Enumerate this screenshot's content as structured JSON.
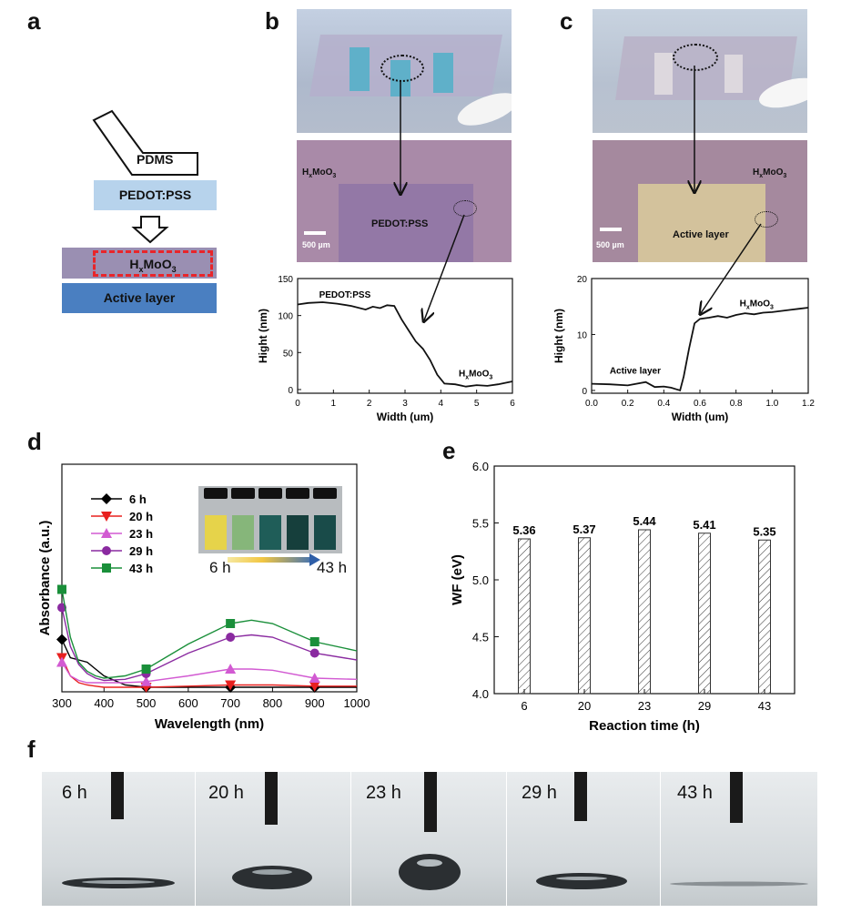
{
  "panels": {
    "a": "a",
    "b": "b",
    "c": "c",
    "d": "d",
    "e": "e",
    "f": "f"
  },
  "panel_a": {
    "pdms": "PDMS",
    "pedot": "PEDOT:PSS",
    "hxmoo3_h": "H",
    "hxmoo3_x": "x",
    "hxmoo3_moo": "MoO",
    "hxmoo3_3": "3",
    "active": "Active layer",
    "colors": {
      "pedot": "#b7d3ec",
      "hxmoo3": "#9a8fb2",
      "active": "#4a7fc1",
      "dash": "#e8252a"
    }
  },
  "panel_b": {
    "micro_h": "H",
    "micro_x": "x",
    "micro_moo": "MoO",
    "micro_3": "3",
    "micro_pedot": "PEDOT:PSS",
    "scale": "500 µm"
  },
  "panel_c": {
    "micro_h": "H",
    "micro_x": "x",
    "micro_moo": "MoO",
    "micro_3": "3",
    "micro_active": "Active layer",
    "scale": "500 µm"
  },
  "chart_data": [
    {
      "id": "b",
      "type": "line",
      "xlabel": "Width (um)",
      "ylabel": "Hight (nm)",
      "xlim": [
        0,
        6
      ],
      "ylim": [
        -5,
        150
      ],
      "xticks": [
        0,
        1,
        2,
        3,
        4,
        5,
        6
      ],
      "yticks": [
        0,
        50,
        100,
        150
      ],
      "annotations": [
        "PEDOT:PSS",
        "H",
        "x",
        "MoO",
        "3"
      ],
      "x": [
        0,
        0.3,
        0.7,
        1.1,
        1.5,
        1.9,
        2.1,
        2.3,
        2.5,
        2.7,
        2.9,
        3.1,
        3.3,
        3.5,
        3.7,
        3.9,
        4.1,
        4.4,
        4.7,
        5.0,
        5.3,
        5.6,
        6.0
      ],
      "y": [
        115,
        117,
        118,
        116,
        113,
        108,
        112,
        110,
        114,
        113,
        95,
        80,
        65,
        55,
        40,
        20,
        8,
        7,
        4,
        6,
        5,
        7,
        11
      ]
    },
    {
      "id": "c",
      "type": "line",
      "xlabel": "Width (um)",
      "ylabel": "Hight (nm)",
      "xlim": [
        0,
        1.2
      ],
      "ylim": [
        -0.5,
        20
      ],
      "xticks": [
        0.0,
        0.2,
        0.4,
        0.6,
        0.8,
        1.0,
        1.2
      ],
      "yticks": [
        0,
        10,
        20
      ],
      "annotations": [
        "Active layer",
        "H",
        "x",
        "MoO",
        "3"
      ],
      "x": [
        0,
        0.1,
        0.2,
        0.3,
        0.35,
        0.4,
        0.44,
        0.47,
        0.49,
        0.51,
        0.54,
        0.57,
        0.6,
        0.65,
        0.7,
        0.75,
        0.8,
        0.85,
        0.9,
        0.95,
        1.0,
        1.05,
        1.1,
        1.15,
        1.2
      ],
      "y": [
        1.2,
        1.1,
        0.9,
        1.5,
        0.6,
        0.7,
        0.5,
        0.2,
        0.0,
        2.5,
        7.5,
        12.0,
        12.8,
        13.0,
        13.3,
        13.0,
        13.5,
        13.8,
        13.6,
        13.9,
        14.0,
        14.2,
        14.4,
        14.6,
        14.8
      ]
    },
    {
      "id": "d",
      "type": "line",
      "xlabel": "Wavelength (nm)",
      "ylabel": "Absorbance (a.u.)",
      "xlim": [
        300,
        1000
      ],
      "ylim": [
        0,
        1
      ],
      "xticks": [
        300,
        400,
        500,
        600,
        700,
        800,
        900,
        1000
      ],
      "inset_labels": {
        "start": "6 h",
        "end": "43 h"
      },
      "series": [
        {
          "name": "6 h",
          "color": "#000000",
          "marker": "diamond",
          "x": [
            300,
            320,
            340,
            360,
            380,
            400,
            450,
            500,
            600,
            700,
            800,
            900,
            1000
          ],
          "y": [
            0.23,
            0.15,
            0.14,
            0.13,
            0.1,
            0.07,
            0.03,
            0.02,
            0.02,
            0.02,
            0.02,
            0.02,
            0.02
          ]
        },
        {
          "name": "20 h",
          "color": "#e8201f",
          "marker": "triangle-down",
          "x": [
            300,
            320,
            340,
            360,
            380,
            400,
            450,
            500,
            600,
            700,
            800,
            900,
            1000
          ],
          "y": [
            0.15,
            0.07,
            0.04,
            0.03,
            0.025,
            0.02,
            0.02,
            0.02,
            0.025,
            0.03,
            0.03,
            0.025,
            0.025
          ]
        },
        {
          "name": "23 h",
          "color": "#d25ad2",
          "marker": "triangle-up",
          "x": [
            300,
            320,
            340,
            360,
            380,
            400,
            450,
            500,
            600,
            700,
            750,
            800,
            900,
            1000
          ],
          "y": [
            0.13,
            0.07,
            0.05,
            0.04,
            0.04,
            0.04,
            0.04,
            0.045,
            0.07,
            0.1,
            0.1,
            0.095,
            0.06,
            0.055
          ]
        },
        {
          "name": "29 h",
          "color": "#8a2aa0",
          "marker": "circle",
          "x": [
            300,
            320,
            340,
            360,
            380,
            400,
            450,
            500,
            600,
            700,
            750,
            800,
            900,
            1000
          ],
          "y": [
            0.37,
            0.2,
            0.12,
            0.08,
            0.06,
            0.05,
            0.055,
            0.08,
            0.17,
            0.24,
            0.25,
            0.24,
            0.17,
            0.14
          ]
        },
        {
          "name": "43 h",
          "color": "#1a8f3a",
          "marker": "square",
          "x": [
            300,
            320,
            340,
            360,
            380,
            400,
            450,
            500,
            600,
            700,
            750,
            800,
            900,
            1000
          ],
          "y": [
            0.45,
            0.24,
            0.13,
            0.09,
            0.07,
            0.06,
            0.07,
            0.1,
            0.21,
            0.3,
            0.315,
            0.3,
            0.22,
            0.18
          ]
        }
      ]
    },
    {
      "id": "e",
      "type": "bar",
      "xlabel": "Reaction time (h)",
      "ylabel": "WF (eV)",
      "ylim": [
        4.0,
        6.0
      ],
      "yticks": [
        4.0,
        4.5,
        5.0,
        5.5,
        6.0
      ],
      "categories": [
        "6",
        "20",
        "23",
        "29",
        "43"
      ],
      "values": [
        5.36,
        5.37,
        5.44,
        5.41,
        5.35
      ],
      "data_labels": [
        "5.36",
        "5.37",
        "5.44",
        "5.41",
        "5.35"
      ]
    }
  ],
  "panel_f": {
    "frames": [
      {
        "label": "6 h",
        "shape": "flat"
      },
      {
        "label": "20 h",
        "shape": "medium"
      },
      {
        "label": "23 h",
        "shape": "tall"
      },
      {
        "label": "29 h",
        "shape": "medium-flat"
      },
      {
        "label": "43 h",
        "shape": "spread"
      }
    ]
  }
}
